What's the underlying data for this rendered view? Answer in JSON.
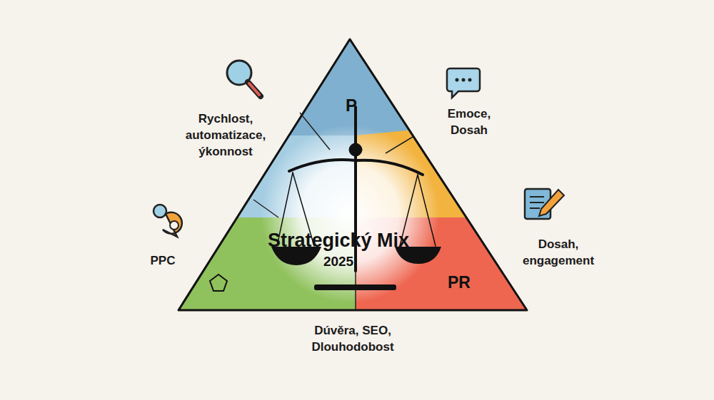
{
  "diagram": {
    "nodes": [
      {
        "text": [
          "P"
        ]
      },
      {
        "text": [
          "Strategický Mix",
          "2025"
        ]
      },
      {
        "text": [
          "PR"
        ]
      }
    ],
    "labels": [
      "Rychlost, automatizace, ýkonnost",
      "Emoce, Dosah",
      "PPC",
      "Dosah, engagement",
      "Dúvěra, SEO, Dlouhodobost"
    ]
  }
}
